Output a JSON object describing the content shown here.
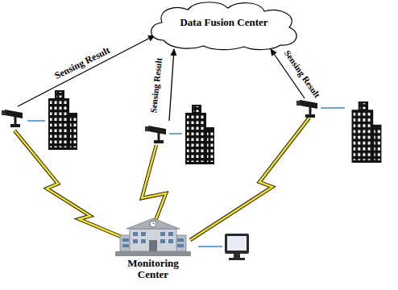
{
  "diagram": {
    "nodes": [
      {
        "text": [
          "Data Fusion Center"
        ]
      },
      {
        "text": [
          "Monitoring Center"
        ]
      }
    ],
    "labels": [
      "Sensing Result",
      "Sensing Result",
      "Sensing Result"
    ]
  }
}
